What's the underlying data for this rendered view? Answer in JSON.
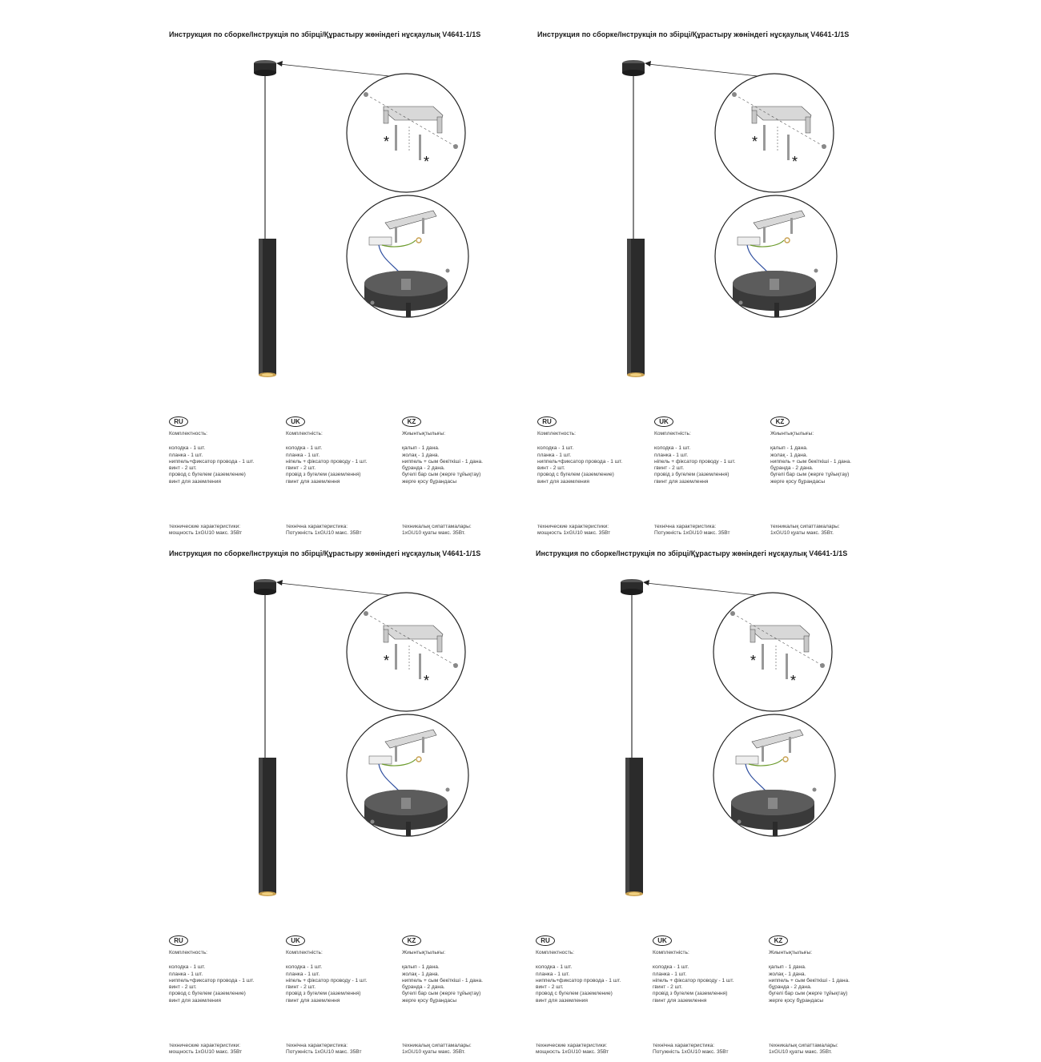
{
  "title": "Инструкция по сборке/Інструкція по збірці/Құрастыру жөніндегі нұсқаулық V4641-1/1S",
  "languages": [
    {
      "code": "RU",
      "kit_title": "Комплектность:",
      "items": [
        "колодка - 1 шт.",
        "планка - 1 шт.",
        "ниппель+фиксатор провода - 1 шт.",
        "винт - 2 шт.",
        "провод с бугелем (заземление)",
        "винт для заземления"
      ],
      "spec_title": "технические характеристики:",
      "spec": "мощность 1xGU10 макс. 35Вт"
    },
    {
      "code": "UK",
      "kit_title": "Комплектність:",
      "items": [
        "колодка - 1 шт.",
        "планка - 1 шт.",
        "ніпель + фіксатор проводу - 1 шт.",
        "гвинт - 2 шт.",
        "провід з бугелем (заземлення)",
        "гвинт для заземлення"
      ],
      "spec_title": "технічна характеристика:",
      "spec": "Потужність 1xGU10 макс. 35Вт"
    },
    {
      "code": "KZ",
      "kit_title": "Жиынтықтылығы:",
      "items": [
        "қалып - 1 дана.",
        "жолақ - 1 дана.",
        "ниппель + сым бекіткіші - 1 дана.",
        "бұранда - 2 дана.",
        "бугелі бар сым (жерге тұйықтау)",
        "жерге қосу бұрандасы"
      ],
      "spec_title": "техникалық сипаттамалары:",
      "spec": "1xGU10 қуаты макс. 35Вт."
    }
  ],
  "colors": {
    "fixture": "#2b2b2b",
    "glow": "#c8a050",
    "wire_green": "#6a9a2a",
    "wire_blue": "#3050a0"
  }
}
